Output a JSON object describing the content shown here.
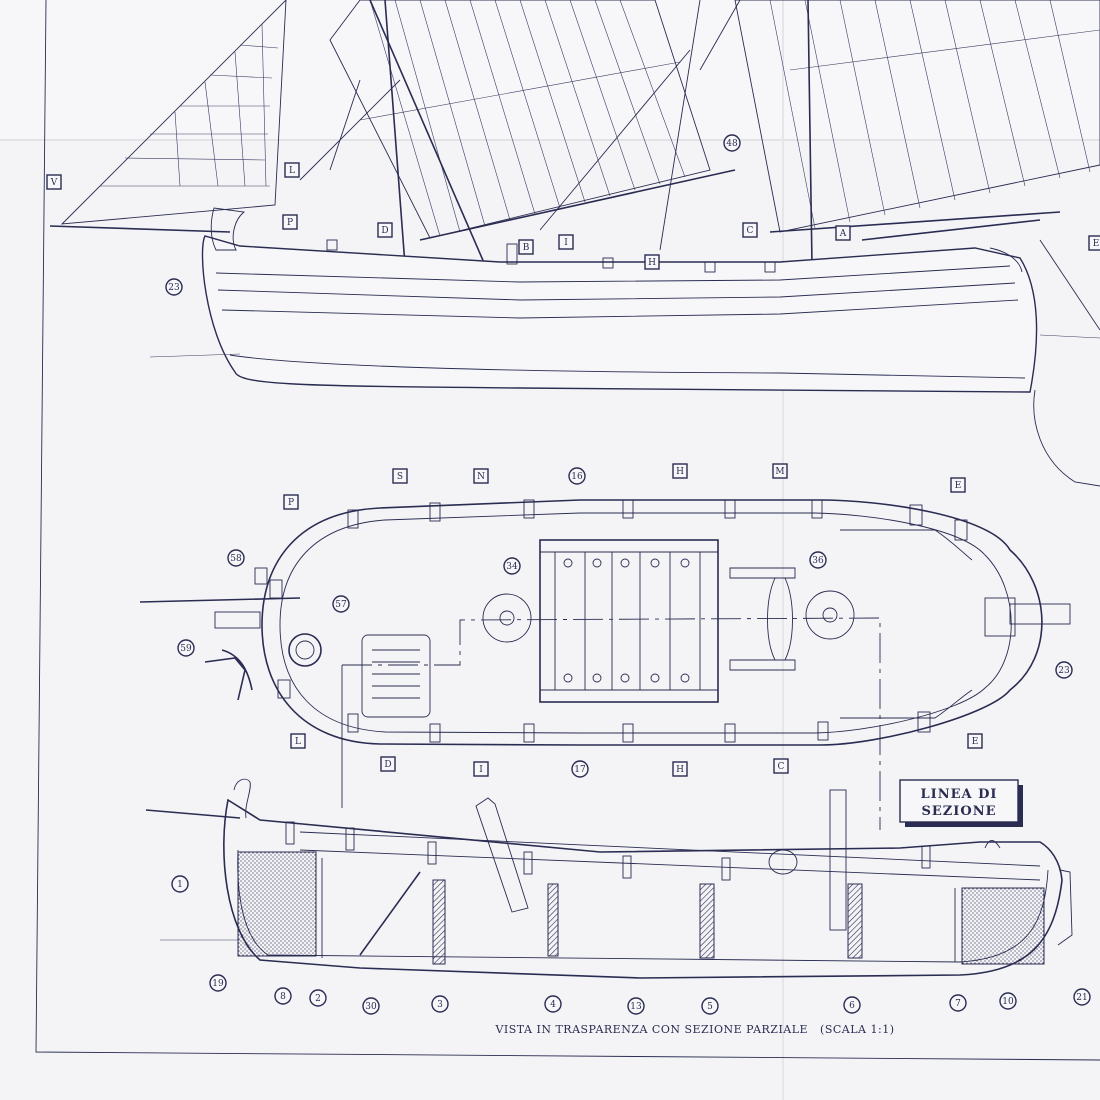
{
  "colors": {
    "ink": "#2a2c52",
    "paper": "#f4f4f6",
    "fold": "#e6e6ea"
  },
  "caption": "VISTA IN TRASPARENZA CON SEZIONE PARZIALE   (SCALA 1:1)",
  "section_box": {
    "line1": "LINEA DI",
    "line2": "SEZIONE"
  },
  "side_labels": [
    {
      "t": "V",
      "kind": "box"
    },
    {
      "t": "L",
      "kind": "box"
    },
    {
      "t": "P",
      "kind": "box"
    },
    {
      "t": "D",
      "kind": "box"
    },
    {
      "t": "B",
      "kind": "box"
    },
    {
      "t": "I",
      "kind": "box"
    },
    {
      "t": "H",
      "kind": "box"
    },
    {
      "t": "C",
      "kind": "box"
    },
    {
      "t": "A",
      "kind": "box"
    },
    {
      "t": "E",
      "kind": "box"
    },
    {
      "t": "48",
      "kind": "circle"
    },
    {
      "t": "23",
      "kind": "circle"
    }
  ],
  "plan_labels": [
    {
      "t": "S",
      "kind": "box"
    },
    {
      "t": "N",
      "kind": "box"
    },
    {
      "t": "16",
      "kind": "circle"
    },
    {
      "t": "H",
      "kind": "box"
    },
    {
      "t": "M",
      "kind": "box"
    },
    {
      "t": "E",
      "kind": "box"
    },
    {
      "t": "P",
      "kind": "box"
    },
    {
      "t": "58",
      "kind": "circle"
    },
    {
      "t": "34",
      "kind": "circle"
    },
    {
      "t": "36",
      "kind": "circle"
    },
    {
      "t": "57",
      "kind": "circle"
    },
    {
      "t": "59",
      "kind": "circle"
    },
    {
      "t": "23",
      "kind": "circle"
    },
    {
      "t": "L",
      "kind": "box"
    },
    {
      "t": "D",
      "kind": "box"
    },
    {
      "t": "I",
      "kind": "box"
    },
    {
      "t": "17",
      "kind": "circle"
    },
    {
      "t": "H",
      "kind": "box"
    },
    {
      "t": "C",
      "kind": "box"
    },
    {
      "t": "E",
      "kind": "box"
    }
  ],
  "section_labels": [
    {
      "t": "1",
      "kind": "circle"
    },
    {
      "t": "19",
      "kind": "circle"
    },
    {
      "t": "8",
      "kind": "circle"
    },
    {
      "t": "2",
      "kind": "circle"
    },
    {
      "t": "30",
      "kind": "circle"
    },
    {
      "t": "3",
      "kind": "circle"
    },
    {
      "t": "4",
      "kind": "circle"
    },
    {
      "t": "13",
      "kind": "circle"
    },
    {
      "t": "5",
      "kind": "circle"
    },
    {
      "t": "6",
      "kind": "circle"
    },
    {
      "t": "7",
      "kind": "circle"
    },
    {
      "t": "10",
      "kind": "circle"
    },
    {
      "t": "21",
      "kind": "circle"
    }
  ]
}
